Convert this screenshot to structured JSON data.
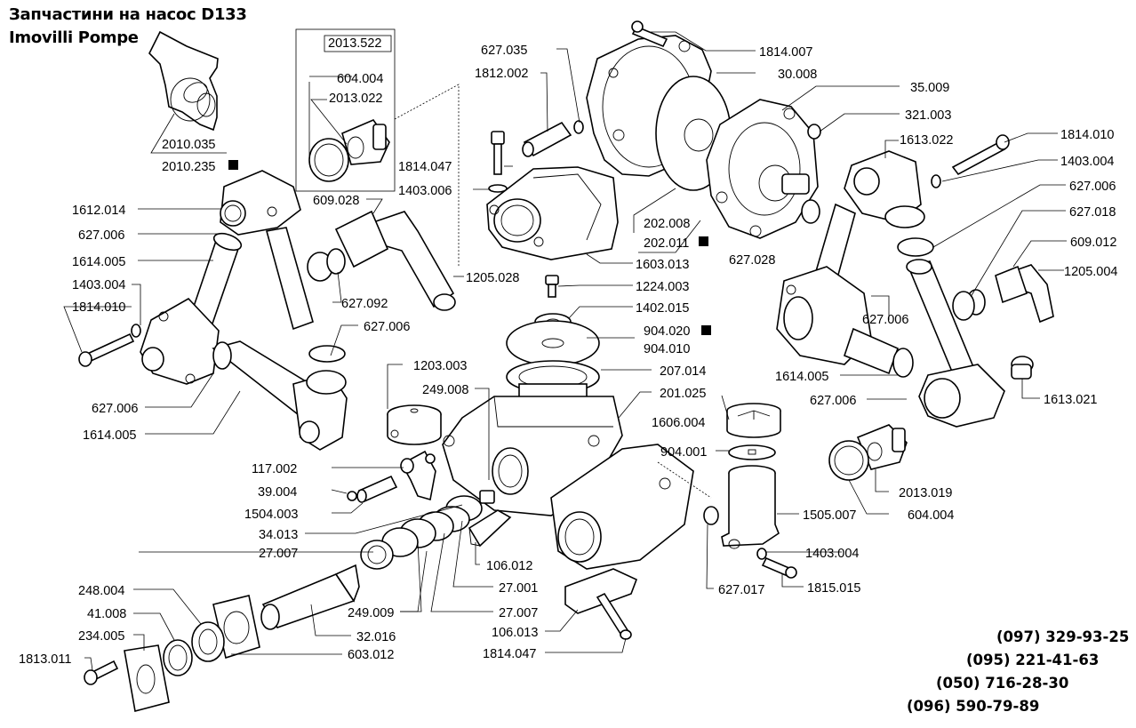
{
  "header": {
    "title_line1": "Запчастини на насос D133",
    "title_line2": "Imovilli Pompe"
  },
  "contacts": {
    "phones": [
      "(097) 329-93-25",
      "(095) 221-41-63",
      "(050) 716-28-30",
      "(096) 590-79-89"
    ]
  },
  "legend": {
    "marker_icon": "black-square-icon",
    "kit_box_label": "2013.522"
  },
  "parts": {
    "p2010_035": "2010.035",
    "p2010_235": "2010.235",
    "p604_004_a": "604.004",
    "p2013_022": "2013.022",
    "p627_035": "627.035",
    "p1812_002": "1812.002",
    "p1814_007": "1814.007",
    "p30_008": "30.008",
    "p35_009": "35.009",
    "p321_003": "321.003",
    "p1613_022": "1613.022",
    "p1814_010_a": "1814.010",
    "p1403_004_a": "1403.004",
    "p627_006_a": "627.006",
    "p627_018": "627.018",
    "p609_012": "609.012",
    "p1205_004": "1205.004",
    "p1814_047_a": "1814.047",
    "p1403_006": "1403.006",
    "p609_028": "609.028",
    "p1612_014": "1612.014",
    "p627_006_b": "627.006",
    "p1614_005_a": "1614.005",
    "p1403_004_b": "1403.004",
    "p1814_010_b": "1814.010",
    "p202_008": "202.008",
    "p202_011": "202.011",
    "p627_028": "627.028",
    "p1603_013": "1603.013",
    "p1205_028": "1205.028",
    "p627_092": "627.092",
    "p627_006_c": "627.006",
    "p1224_003": "1224.003",
    "p1402_015": "1402.015",
    "p904_020": "904.020",
    "p904_010": "904.010",
    "p627_006_d": "627.006",
    "p207_014": "207.014",
    "p1203_003": "1203.003",
    "p249_008": "249.008",
    "p201_025": "201.025",
    "p1614_005_b": "1614.005",
    "p627_006_e": "627.006",
    "p1613_021": "1613.021",
    "p627_006_f": "627.006",
    "p1614_005_c": "1614.005",
    "p1606_004": "1606.004",
    "p904_001": "904.001",
    "p117_002": "117.002",
    "p39_004": "39.004",
    "p1504_003": "1504.003",
    "p2013_019": "2013.019",
    "p1505_007": "1505.007",
    "p604_004_b": "604.004",
    "p34_013": "34.013",
    "p27_007_a": "27.007",
    "p106_012": "106.012",
    "p1403_004_c": "1403.004",
    "p27_001": "27.001",
    "p627_017": "627.017",
    "p1815_015": "1815.015",
    "p248_004": "248.004",
    "p249_009": "249.009",
    "p27_007_b": "27.007",
    "p41_008": "41.008",
    "p32_016": "32.016",
    "p106_013": "106.013",
    "p234_005": "234.005",
    "p603_012": "603.012",
    "p1813_011": "1813.011",
    "p1814_047_b": "1814.047"
  }
}
